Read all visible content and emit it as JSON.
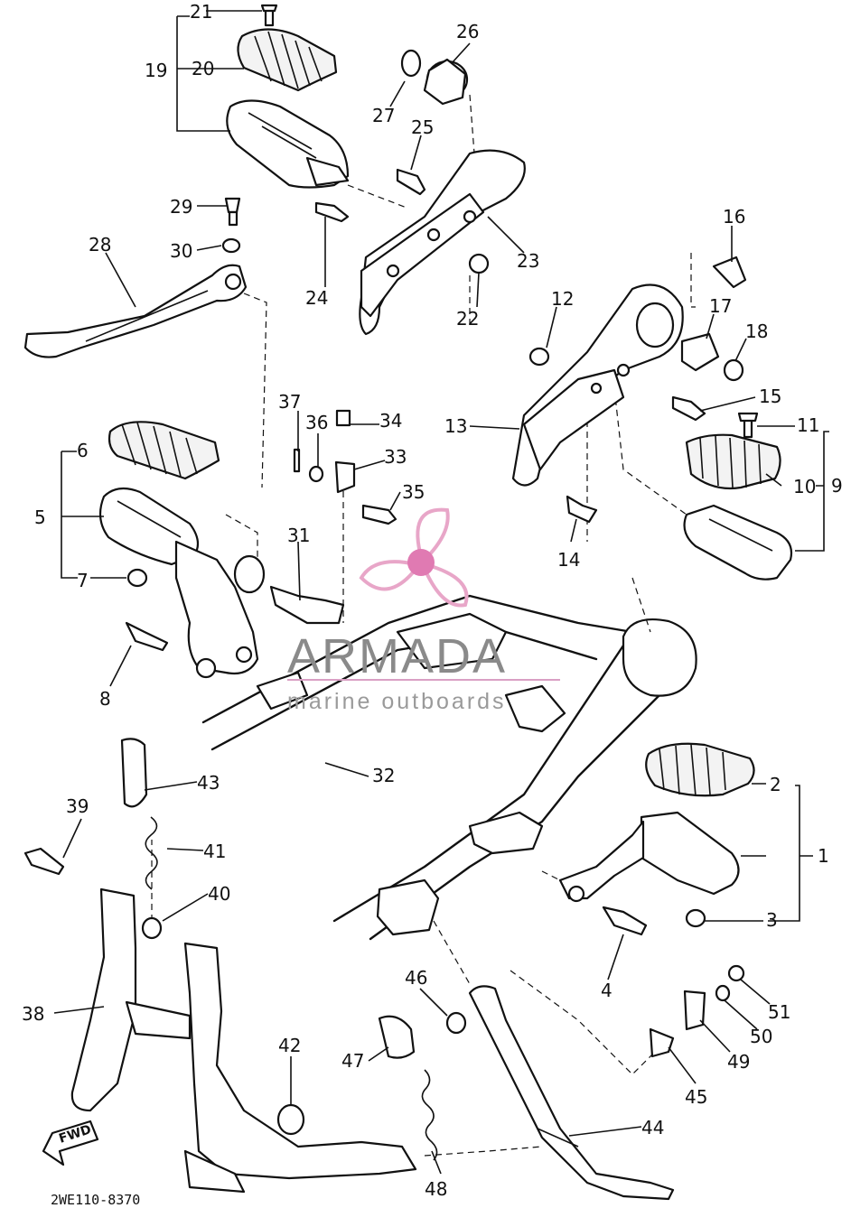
{
  "diagram": {
    "part_numbers": [
      "1",
      "2",
      "3",
      "4",
      "5",
      "6",
      "7",
      "8",
      "9",
      "10",
      "11",
      "12",
      "13",
      "14",
      "15",
      "16",
      "17",
      "18",
      "19",
      "20",
      "21",
      "22",
      "23",
      "24",
      "25",
      "26",
      "27",
      "28",
      "29",
      "30",
      "31",
      "32",
      "33",
      "34",
      "35",
      "36",
      "37",
      "38",
      "39",
      "40",
      "41",
      "42",
      "43",
      "44",
      "45",
      "46",
      "47",
      "48",
      "49",
      "50",
      "51"
    ],
    "diagram_code": "2WE110-8370",
    "direction_marker": "FWD"
  },
  "watermark": {
    "brand": "ARMADA",
    "tagline": "marine outboards",
    "logo_color": "#e8a6c8",
    "logo_center_color": "#e07ab2",
    "line_color": "#d9a0c4"
  },
  "icons": {
    "logo": "propeller-logo-icon",
    "direction": "fwd-arrow-icon"
  }
}
